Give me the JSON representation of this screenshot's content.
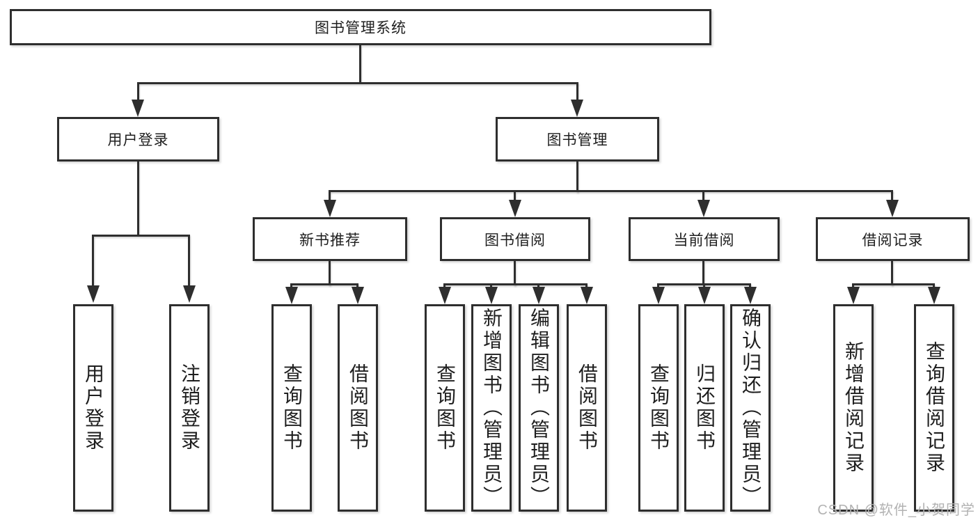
{
  "tree": {
    "label": "图书管理系统",
    "children": [
      {
        "label": "用户登录",
        "children": [
          {
            "label": "用户登录"
          },
          {
            "label": "注销登录"
          }
        ]
      },
      {
        "label": "图书管理",
        "children": [
          {
            "label": "新书推荐",
            "children": [
              {
                "label": "查询图书"
              },
              {
                "label": "借阅图书"
              }
            ]
          },
          {
            "label": "图书借阅",
            "children": [
              {
                "label": "查询图书"
              },
              {
                "label": "新增图书（管理员）"
              },
              {
                "label": "编辑图书（管理员）"
              },
              {
                "label": "借阅图书"
              }
            ]
          },
          {
            "label": "当前借阅",
            "children": [
              {
                "label": "查询图书"
              },
              {
                "label": "归还图书"
              },
              {
                "label": "确认归还（管理员）"
              }
            ]
          },
          {
            "label": "借阅记录",
            "children": [
              {
                "label": "新增借阅记录"
              },
              {
                "label": "查询借阅记录"
              }
            ]
          }
        ]
      }
    ]
  },
  "watermark": {
    "text": "CSDN @软件_小贺同学"
  },
  "colors": {
    "line": "#2e2e2e",
    "text": "#1e1e1e",
    "background": "#ffffff",
    "watermark": "#b2b2b2"
  }
}
